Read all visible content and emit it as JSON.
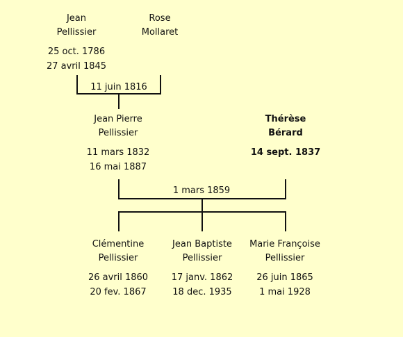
{
  "generation_1": {
    "father": {
      "name": "Jean\nPellissier",
      "dates": "25 oct. 1786\n27 avril 1845"
    },
    "mother": {
      "name": "Rose\nMollaret",
      "dates": ""
    },
    "union_date": "11 juin 1816"
  },
  "generation_2": {
    "father": {
      "name": "Jean Pierre\nPellissier",
      "dates": "11 mars 1832\n16 mai 1887"
    },
    "mother": {
      "name": "Thérèse\nBérard",
      "dates": "14 sept. 1837"
    },
    "union_date": "1 mars 1859"
  },
  "children": [
    {
      "name": "Clémentine\nPellissier",
      "dates": "26 avril 1860\n20 fev. 1867"
    },
    {
      "name": "Jean Baptiste\nPellissier",
      "dates": "17 janv. 1862\n18 dec. 1935"
    },
    {
      "name": "Marie Françoise\nPellissier",
      "dates": "26 juin 1865\n1 mai 1928"
    }
  ],
  "colors": {
    "background": "#ffffcc",
    "lines": "#111111"
  }
}
